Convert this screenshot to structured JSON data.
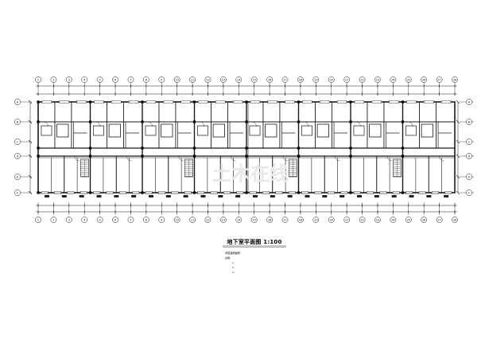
{
  "drawing": {
    "title": "地下室平面图 1:100",
    "area_note": "本层建筑面积：",
    "notes": [
      "说明：",
      "1.",
      "2.",
      "3."
    ],
    "watermark": "土木在线",
    "colors": {
      "line": "#1a1a1a",
      "wall": "#000000",
      "stairs": "#333333",
      "hatch": "#222222"
    },
    "top_axes": [
      "1",
      "2",
      "3",
      "4",
      "5",
      "6",
      "7",
      "8",
      "9",
      "10",
      "11",
      "12",
      "13",
      "14",
      "15",
      "16",
      "17",
      "18",
      "19",
      "20",
      "21",
      "22",
      "23",
      "24",
      "25",
      "26",
      "27",
      "28"
    ],
    "bottom_axes": [
      "1",
      "2",
      "3",
      "4",
      "5",
      "6",
      "7",
      "8",
      "9",
      "10",
      "11",
      "12",
      "13",
      "14",
      "15",
      "16",
      "17",
      "18",
      "19",
      "20",
      "21",
      "22",
      "23",
      "24",
      "25",
      "26",
      "27",
      "28"
    ],
    "side_axes": [
      "A",
      "B",
      "C",
      "D",
      "E",
      "F"
    ]
  }
}
